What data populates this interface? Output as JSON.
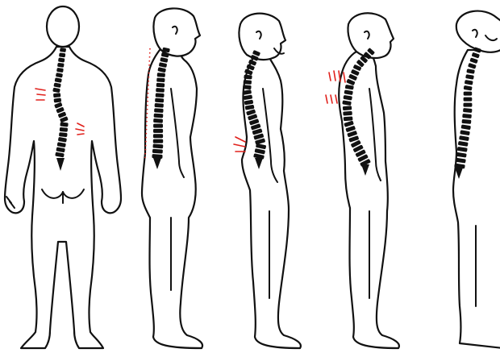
{
  "figures": [
    {
      "view": "back",
      "spine_curve": "scoliosis"
    },
    {
      "view": "side",
      "spine_curve": "flat-back"
    },
    {
      "view": "side",
      "spine_curve": "lordosis"
    },
    {
      "view": "side",
      "spine_curve": "kyphosis"
    },
    {
      "view": "side",
      "spine_curve": "normal"
    }
  ],
  "colors": {
    "outline": "#111111",
    "vertebrae": "#111111",
    "indicator": "#e0201b",
    "background": "#ffffff"
  },
  "icons": {
    "pain_indicator": "red-tick-marks",
    "plumb_reference": "red-dotted-line"
  }
}
